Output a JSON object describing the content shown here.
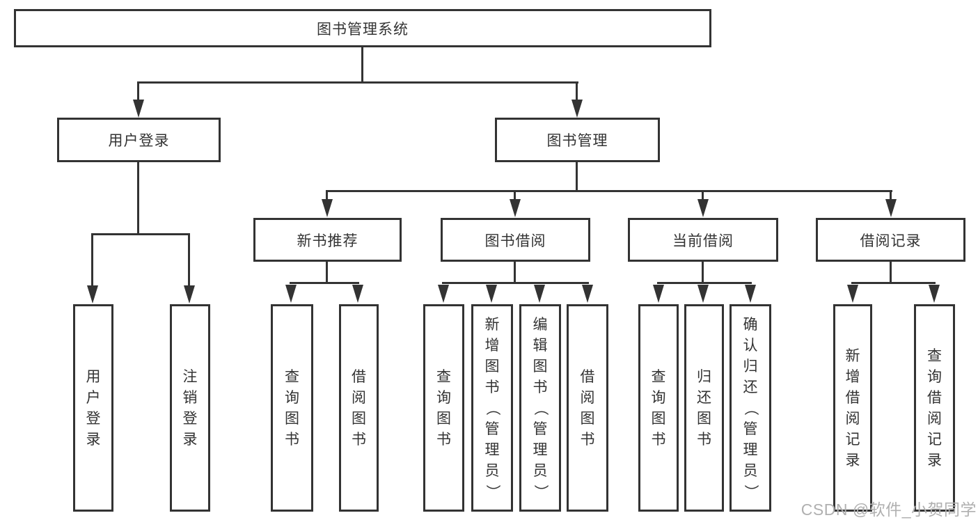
{
  "diagram": {
    "root": "图书管理系统",
    "level2": {
      "user": "用户登录",
      "book": "图书管理"
    },
    "level3": {
      "new_books": "新书推荐",
      "borrowing": "图书借阅",
      "current": "当前借阅",
      "records": "借阅记录"
    },
    "leaves": {
      "user": [
        "用户登录",
        "注销登录"
      ],
      "new_books": [
        "查询图书",
        "借阅图书"
      ],
      "borrowing": [
        "查询图书",
        "新增图书（管理员）",
        "编辑图书（管理员）",
        "借阅图书"
      ],
      "current": [
        "查询图书",
        "归还图书",
        "确认归还（管理员）"
      ],
      "records": [
        "新增借阅记录",
        "查询借阅记录"
      ]
    }
  },
  "watermark": {
    "text": "CSDN @软件_小贺同学"
  },
  "colors": {
    "line": "#333333",
    "text": "#333333",
    "watermark": "#b0b0b0",
    "background": "#ffffff",
    "box_background": "#ffffff"
  }
}
